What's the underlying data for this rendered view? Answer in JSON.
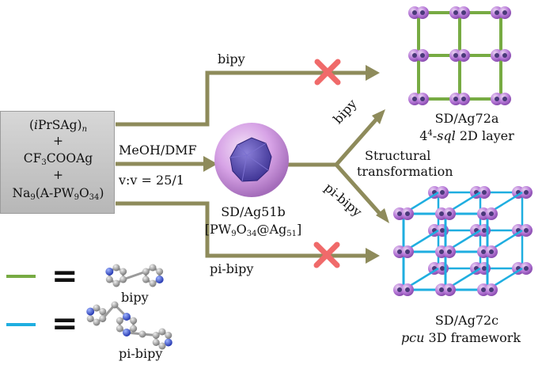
{
  "reagents": {
    "line1": "(iPrSAg)",
    "line1_i": "i",
    "line1_rest": "PrSAg)",
    "line1_sub": "n",
    "plus": "+",
    "line3_a": "CF",
    "line3_sub": "3",
    "line3_b": "COOAg",
    "line5_a": "Na",
    "line5_sub1": "9",
    "line5_b": "(A-PW",
    "line5_sub2": "9",
    "line5_c": "O",
    "line5_sub3": "34",
    "line5_d": ")"
  },
  "conditions": {
    "solvent": "MeOH/DMF",
    "ratio": "v:v = 25/1"
  },
  "intermediate": {
    "name": "SD/Ag51b",
    "formula_a": "[PW",
    "formula_s1": "9",
    "formula_b": "O",
    "formula_s2": "34",
    "formula_c": "@Ag",
    "formula_s3": "51",
    "formula_d": "]"
  },
  "paths": {
    "top_label": "bipy",
    "bottom_label": "pi-bipy",
    "branch_up": "bipy",
    "branch_down": "pi-bipy"
  },
  "transformation": {
    "line1": "Structural",
    "line2": "transformation"
  },
  "product_a": {
    "name": "SD/Ag72a",
    "desc_num": "4",
    "desc_sup": "4",
    "desc_dash": "-",
    "desc_italic": "sql",
    "desc_rest": " 2D layer"
  },
  "product_c": {
    "name": "SD/Ag72c",
    "desc_italic": "pcu",
    "desc_rest": " 3D framework"
  },
  "legend": [
    {
      "equals": "=",
      "ligand": "bipy",
      "color": "#77ab43"
    },
    {
      "equals": "=",
      "ligand": "pi-bipy",
      "color": "#1faee0"
    }
  ],
  "colors": {
    "arrow": "#8e8b5b",
    "cross": "#f06a6a",
    "green_link": "#77ab43",
    "blue_link": "#1faee0",
    "sphere": "#c08cd6",
    "core": "#5a4fb0",
    "node": "#b673d8"
  }
}
